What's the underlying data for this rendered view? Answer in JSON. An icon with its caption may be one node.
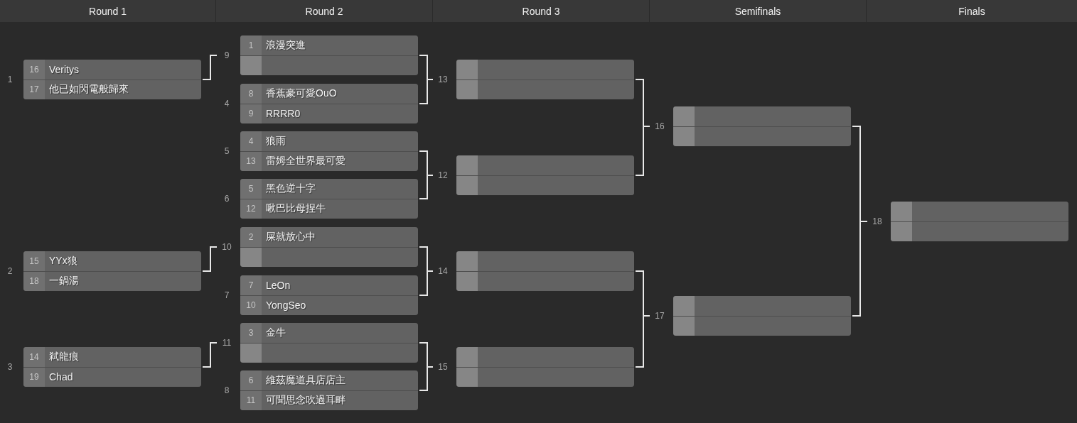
{
  "diagram": {
    "nodes": [
      {
        "text": [
          "Round 1"
        ]
      },
      {
        "text": [
          "Round 2"
        ]
      },
      {
        "text": [
          "Round 3"
        ]
      },
      {
        "text": [
          "Semifinals"
        ]
      },
      {
        "text": [
          "Finals"
        ]
      },
      {
        "text": [],
        "shape": "box",
        "beside": [
          "1"
        ]
      },
      {
        "text": [
          "16",
          "Veritys"
        ],
        "in": 5
      },
      {
        "text": [
          "17",
          "他已如閃電般歸來"
        ],
        "in": 5
      },
      {
        "text": [],
        "shape": "box",
        "beside": [
          "2"
        ]
      },
      {
        "text": [
          "15",
          "YYx狼"
        ],
        "in": 8
      },
      {
        "text": [
          "18",
          "一鍋湯"
        ],
        "in": 8
      },
      {
        "text": [],
        "shape": "box",
        "beside": [
          "3"
        ]
      },
      {
        "text": [
          "14",
          "弒龍痕"
        ],
        "in": 11
      },
      {
        "text": [
          "19",
          "Chad"
        ],
        "in": 11
      },
      {
        "text": [],
        "shape": "box",
        "beside": [
          "9"
        ]
      },
      {
        "text": [
          "1",
          "浪漫突進"
        ],
        "in": 14
      },
      {
        "text": [],
        "shape": "box",
        "in": 14
      },
      {
        "text": [],
        "shape": "box",
        "beside": [
          "4"
        ]
      },
      {
        "text": [
          "8",
          "香蕉豪可愛OuO"
        ],
        "in": 17
      },
      {
        "text": [
          "9",
          "RRRR0"
        ],
        "in": 17
      },
      {
        "text": [],
        "shape": "box",
        "beside": [
          "5"
        ]
      },
      {
        "text": [
          "4",
          "狼雨"
        ],
        "in": 20
      },
      {
        "text": [
          "13",
          "雷姆全世界最可愛"
        ],
        "in": 20
      },
      {
        "text": [],
        "shape": "box",
        "beside": [
          "6"
        ]
      },
      {
        "text": [
          "5",
          "黑色逆十字"
        ],
        "in": 23
      },
      {
        "text": [
          "12",
          "啾巴比母捏牛"
        ],
        "in": 23
      },
      {
        "text": [],
        "shape": "box",
        "beside": [
          "10"
        ]
      },
      {
        "text": [
          "2",
          "屎就放心中"
        ],
        "in": 26
      },
      {
        "text": [],
        "shape": "box",
        "in": 26
      },
      {
        "text": [],
        "shape": "box",
        "beside": [
          "7"
        ]
      },
      {
        "text": [
          "7",
          "LeOn"
        ],
        "in": 29
      },
      {
        "text": [
          "10",
          "YongSeo"
        ],
        "in": 29
      },
      {
        "text": [],
        "shape": "box",
        "beside": [
          "11"
        ]
      },
      {
        "text": [
          "3",
          "金牛"
        ],
        "in": 32
      },
      {
        "text": [],
        "shape": "box",
        "in": 32
      },
      {
        "text": [],
        "shape": "box",
        "beside": [
          "8"
        ]
      },
      {
        "text": [
          "6",
          "維茲魔道具店店主"
        ],
        "in": 35
      },
      {
        "text": [
          "11",
          "可聞思念吹過耳畔"
        ],
        "in": 35
      },
      {
        "text": [],
        "shape": "box",
        "beside": [
          "13"
        ]
      },
      {
        "text": [],
        "shape": "box",
        "in": 38
      },
      {
        "text": [],
        "shape": "box",
        "in": 38
      },
      {
        "text": [],
        "shape": "box",
        "beside": [
          "12"
        ]
      },
      {
        "text": [],
        "shape": "box",
        "in": 41
      },
      {
        "text": [],
        "shape": "box",
        "in": 41
      },
      {
        "text": [],
        "shape": "box",
        "beside": [
          "14"
        ]
      },
      {
        "text": [],
        "shape": "box",
        "in": 44
      },
      {
        "text": [],
        "shape": "box",
        "in": 44
      },
      {
        "text": [],
        "shape": "box",
        "beside": [
          "15"
        ]
      },
      {
        "text": [],
        "shape": "box",
        "in": 47
      },
      {
        "text": [],
        "shape": "box",
        "in": 47
      },
      {
        "text": [],
        "shape": "box",
        "beside": [
          "16"
        ]
      },
      {
        "text": [],
        "shape": "box",
        "in": 50
      },
      {
        "text": [],
        "shape": "box",
        "in": 50
      },
      {
        "text": [],
        "shape": "box",
        "beside": [
          "17"
        ]
      },
      {
        "text": [],
        "shape": "box",
        "in": 53
      },
      {
        "text": [],
        "shape": "box",
        "in": 53
      },
      {
        "text": [],
        "shape": "box",
        "beside": [
          "18"
        ]
      },
      {
        "text": [],
        "shape": "box",
        "in": 56
      },
      {
        "text": [],
        "shape": "box",
        "in": 56
      }
    ],
    "edges": [
      {
        "from": 5,
        "to": 14,
        "arrow": "none"
      },
      {
        "from": 8,
        "to": 26,
        "arrow": "none"
      },
      {
        "from": 11,
        "to": 32,
        "arrow": "none"
      },
      {
        "from": 14,
        "to": 38,
        "arrow": "none"
      },
      {
        "from": 17,
        "to": 38,
        "arrow": "none"
      },
      {
        "from": 20,
        "to": 41,
        "arrow": "none"
      },
      {
        "from": 23,
        "to": 41,
        "arrow": "none"
      },
      {
        "from": 26,
        "to": 44,
        "arrow": "none"
      },
      {
        "from": 29,
        "to": 44,
        "arrow": "none"
      },
      {
        "from": 32,
        "to": 47,
        "arrow": "none"
      },
      {
        "from": 35,
        "to": 47,
        "arrow": "none"
      },
      {
        "from": 38,
        "to": 50,
        "arrow": "none"
      },
      {
        "from": 41,
        "to": 50,
        "arrow": "none"
      },
      {
        "from": 44,
        "to": 53,
        "arrow": "none"
      },
      {
        "from": 47,
        "to": 53,
        "arrow": "none"
      },
      {
        "from": 50,
        "to": 56,
        "arrow": "none"
      },
      {
        "from": 53,
        "to": 56,
        "arrow": "none"
      }
    ]
  }
}
